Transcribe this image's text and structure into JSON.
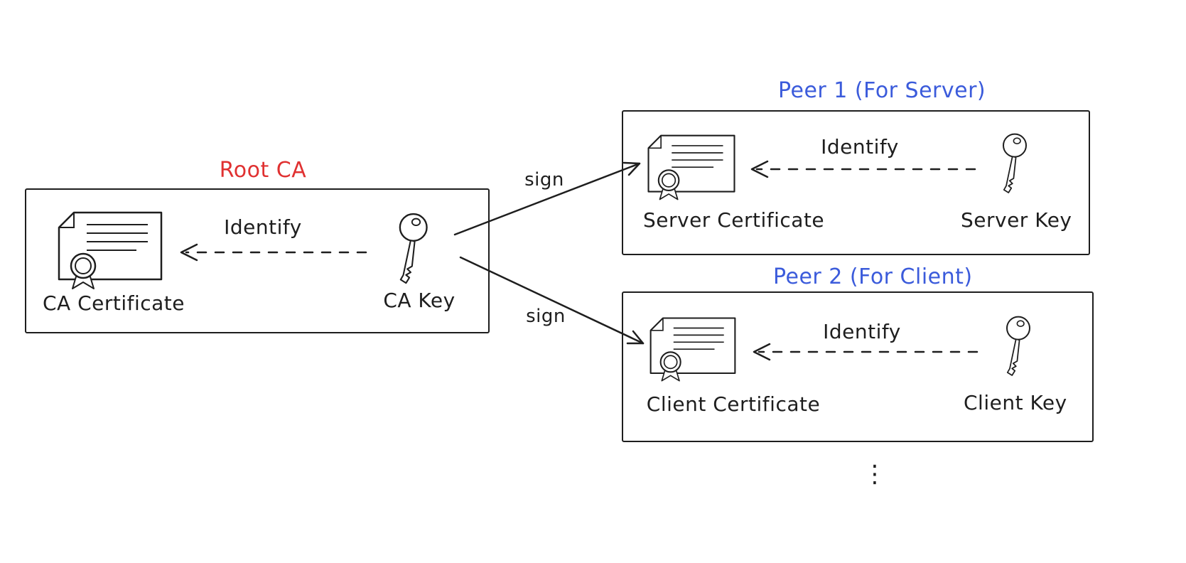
{
  "diagram": {
    "root_ca": {
      "title": "Root CA",
      "certificate_label": "CA Certificate",
      "key_label": "CA Key",
      "arrow_label": "Identify"
    },
    "peer1": {
      "title": "Peer 1 (For Server)",
      "certificate_label": "Server Certificate",
      "key_label": "Server Key",
      "arrow_label": "Identify"
    },
    "peer2": {
      "title": "Peer 2 (For Client)",
      "certificate_label": "Client Certificate",
      "key_label": "Client Key",
      "arrow_label": "Identify"
    },
    "sign": {
      "to_peer1_label": "sign",
      "to_peer2_label": "sign"
    },
    "ellipsis": "⋮",
    "colors": {
      "root_ca_title": "#e03131",
      "peer_title": "#3b5bdb",
      "stroke": "#1e1e1e",
      "background": "#ffffff"
    }
  }
}
